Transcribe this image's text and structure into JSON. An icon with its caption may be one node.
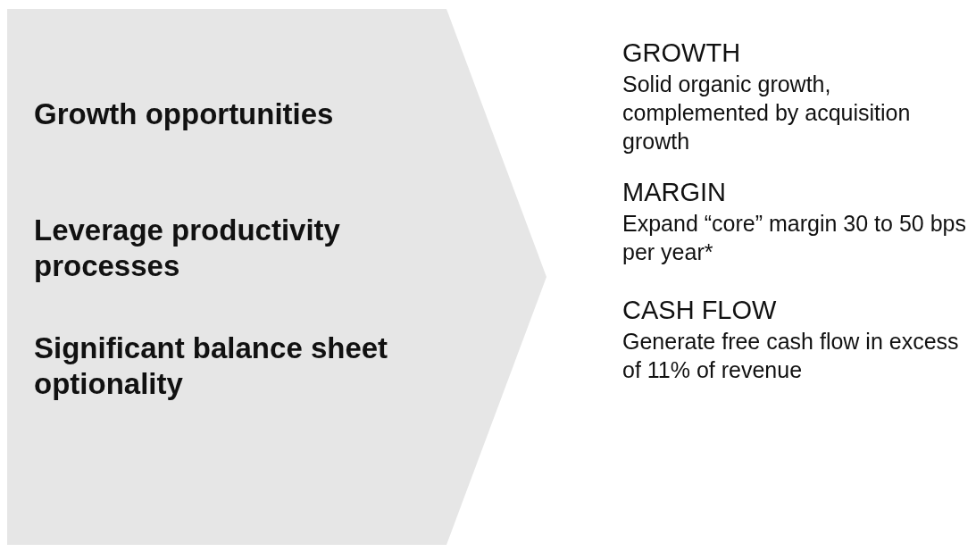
{
  "diagram": {
    "nodes": [
      {
        "text": [
          "Growth opportunities",
          "Leverage productivity processes",
          "Significant balance sheet optionality"
        ]
      }
    ],
    "edges": [],
    "labels": [
      "GROWTH",
      "Solid organic growth, complemented by acquisition growth",
      "MARGIN",
      "Expand “core” margin 30 to 50 bps per year*",
      "CASH FLOW",
      "Generate free cash flow in excess of 11% of revenue"
    ]
  }
}
